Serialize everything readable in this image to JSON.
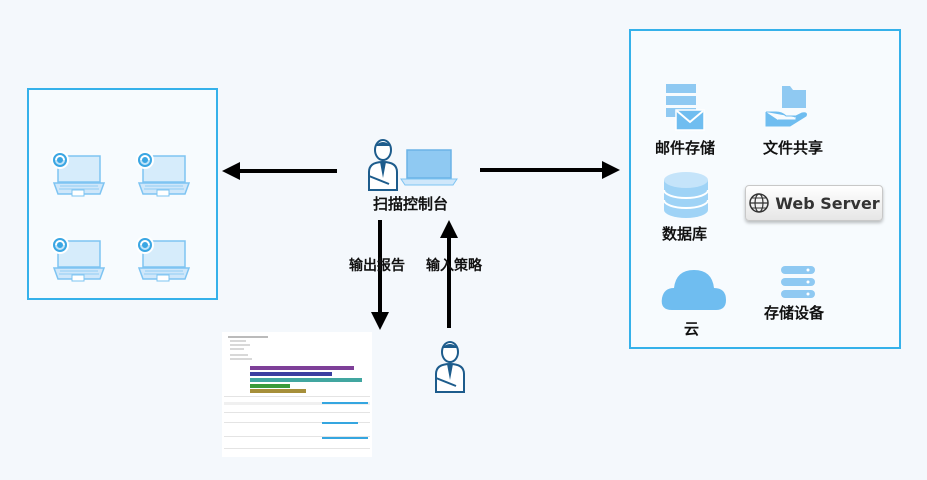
{
  "console": {
    "label": "扫描控制台"
  },
  "edges": {
    "output_report": "输出报告",
    "input_policy": "输入策略"
  },
  "targets": {
    "mail_storage": "邮件存储",
    "file_share": "文件共享",
    "database": "数据库",
    "web_server": "Web Server",
    "cloud": "云",
    "storage_device": "存储设备"
  },
  "icons": {
    "client_laptop": "laptop-scan-icon",
    "admin": "person-icon",
    "console_laptop": "laptop-icon",
    "mail": "mail-server-icon",
    "file_share": "hand-folder-icon",
    "database": "database-icon",
    "web": "globe-icon",
    "cloud": "cloud-icon",
    "storage": "storage-stack-icon"
  },
  "colors": {
    "accent": "#35b1ea",
    "icon_light": "#9fd3f6",
    "icon_mid": "#6fbdf0"
  }
}
